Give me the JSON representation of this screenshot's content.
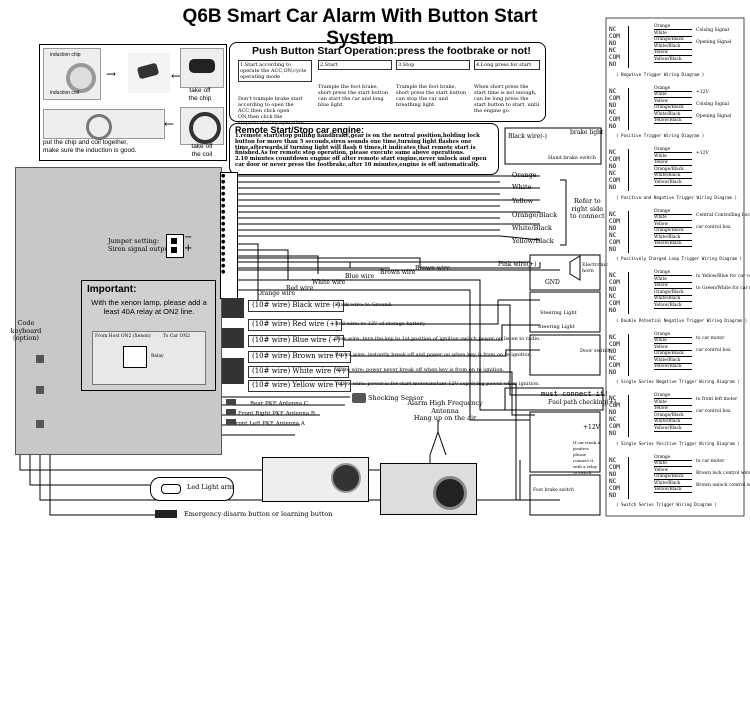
{
  "title": "Q6B Smart Car Alarm With Button Start System",
  "chip_panel": {
    "step1_labels": [
      "induction chip",
      "induction coil"
    ],
    "take_off_chip": "take off\nthe chip",
    "put_together": "put the chip and coil together,\nmake sure the induction is good.",
    "take_off_coil": "take off\nthe coil"
  },
  "push_start": {
    "heading": "Push Button Start Operation:press the footbrake or not!",
    "steps": [
      {
        "no": "1.Start according to operate the ACC,ON,cycle operating mode",
        "text": "Don't trample brake,start according to open the ACC,then click open ON,then click the stop,circulating operation."
      },
      {
        "no": "2.Start",
        "text": "Trample the foot brake, short press the start button can start the car and long blue light."
      },
      {
        "no": "3.Stop",
        "text": "Trample the foot brake, short press the start button can stop the car and breathing light."
      },
      {
        "no": "4.Long press for start",
        "text": "When short press the start time is not enough, can be long press the start button to start, until the engine go."
      }
    ]
  },
  "remote_start": {
    "heading": "Remote Start/Stop car engine:",
    "body": "1.remote start/stop pulling handbrake,gear is on the neutral position,holding lock button for more than 5 seconds,siren sounds one time,turning light flashes one time,afterwards,if turning light will flash 6 times,it indicates that remote start is finished.As for remote stop operation, please execute same above operations.\n2.10 minutes countdown engine off after remote start engine,never unlock and open car door or never press the footbrake,after 10 minutes,engine is off automatically."
  },
  "control_box": {
    "jumper": "Jumper setting:\nSiren signal output",
    "important_heading": "Important:",
    "important_text": "With the xenon lamp, please add a least 40A relay at ON2 line.",
    "relay_labels": [
      "From Host ON2 (Xenon)",
      "To Car ON2",
      "Relay"
    ]
  },
  "code_keyboard": "Code keyboard\n(option)",
  "harness_wires": [
    "Orange wire",
    "Red wire",
    "White wire",
    "Blue wire",
    "Brown wire",
    "Brown wire"
  ],
  "connectors": [
    {
      "label": "(10# wire)  Black wire  (-)",
      "desc": "Black wire: to Ground."
    },
    {
      "label": "(10# wire)  Red wire  (+)",
      "desc": "Red wire: to 12V of storage battery."
    },
    {
      "label": "(10# wire)  Blue wire  (+)",
      "desc": "Blue wire: turn the key to 1st position of ignition switch,power on,listen to radio."
    },
    {
      "label": "(10# wire)  Brown wire (+)",
      "desc": "Brown wire: instantly break off and power on when key is from on to ignition."
    },
    {
      "label": "(10# wire)  White wire  (+)",
      "desc": "White wire: power never break off when key is from on to ignition."
    },
    {
      "label": "(10# wire)  Yellow wire (+)",
      "desc": "Yellow wire: power is for start motor,instant 12V supplying power when ignition."
    }
  ],
  "antennas": [
    "Rear PKE Antenna C",
    "Front Right PKE Antenna B",
    "Front Left PKE Antenna A"
  ],
  "shocking_sensor": "Shocking Sensor",
  "alarm_antenna": "Alarm High Frequency Antenna\nHang up on the air",
  "led_light": "Led Light arm",
  "emergency": "Emergency disarm button or learning button",
  "right_bundle": {
    "wires": [
      "Orange",
      "White",
      "Yellow",
      "Orange/Black",
      "White/Black",
      "Yellow/Black"
    ],
    "refer": "Refer to\nright side\nto connect"
  },
  "side_wires": {
    "black_wire": "Black wire(-)",
    "brake_light": "brake light",
    "hand_brake_switch": "Hand brake switch",
    "pink_wire": "Pink wire(+)",
    "gnd": "GND",
    "electronic_horn": "Electronic horn",
    "steering_light_1": "Steering Light",
    "steering_light_2": "Steering Light",
    "door_switch": "Door switch",
    "must_connect": "must connect it!",
    "fuel_path": "Fuel path checking(+)",
    "plus12": "+12V",
    "if_car_trunk": "If car trunk is positive please connect it with a relay to switch",
    "foot_brake": "Foot brake switch"
  },
  "wiring_diagrams": [
    {
      "caption": "( Negative Trigger Wiring Diagram )",
      "pins": [
        "NC",
        "COM",
        "NO",
        "NC",
        "COM",
        "NO"
      ],
      "wires": [
        "Orange",
        "White",
        "Orange/Black",
        "White/Black",
        "Yellow",
        "Yellow/Black"
      ],
      "signals": [
        "Colsing Signal",
        "Opening Signal"
      ]
    },
    {
      "caption": "( Positive Trigger Wiring Diagram )",
      "pins": [
        "NC",
        "COM",
        "NO",
        "NC",
        "COM",
        "NO"
      ],
      "wires": [
        "Orange",
        "White",
        "Yellow",
        "Orange/Black",
        "White/Black",
        "Yellow/Black"
      ],
      "signals": [
        "+12V",
        "Colsing Signal",
        "Opening Signal"
      ]
    },
    {
      "caption": "( Positive and Negative Trigger Wiring Diagram )",
      "pins": [
        "NC",
        "COM",
        "NO",
        "NC",
        "COM",
        "NO"
      ],
      "wires": [
        "Orange",
        "White",
        "Yellow",
        "Orange/Black",
        "White/Black",
        "Yellow/Black"
      ],
      "signals": [
        "+12V"
      ]
    },
    {
      "caption": "( Positively Charged Loop Trigger Wiring Diagram )",
      "pins": [
        "NC",
        "COM",
        "NO",
        "NC",
        "COM",
        "NO"
      ],
      "wires": [
        "Orange",
        "White",
        "Yellow",
        "Orange/Black",
        "White/Black",
        "Yellow/Black"
      ],
      "signals": [
        "Central Controlling Lock",
        "car control box"
      ]
    },
    {
      "caption": "( Double Potential Negative Trigger Wiring Diagram )",
      "pins": [
        "NC",
        "COM",
        "NO",
        "NC",
        "COM",
        "NO"
      ],
      "wires": [
        "Orange",
        "White",
        "Yellow",
        "Orange/Black",
        "White/Black",
        "Yellow/Black"
      ],
      "signals": [
        "to Yellow/Blue for car control box",
        "to Green/White for car control box"
      ]
    },
    {
      "caption": "( Single Series Negative Trigger Wiring Diagram )",
      "pins": [
        "NC",
        "COM",
        "NO",
        "NC",
        "COM",
        "NO"
      ],
      "wires": [
        "Orange",
        "White",
        "Yellow",
        "Orange/Black",
        "White/Black",
        "Yellow/Black"
      ],
      "signals": [
        "to car motor",
        "car control box"
      ]
    },
    {
      "caption": "( Single Series Positive Trigger Wiring Diagram )",
      "pins": [
        "NC",
        "COM",
        "NO",
        "NC",
        "COM",
        "NO"
      ],
      "wires": [
        "Orange",
        "White",
        "Yellow",
        "Orange/Black",
        "White/Black",
        "Yellow/Black"
      ],
      "signals": [
        "to front left motor",
        "car control box"
      ]
    },
    {
      "caption": "( Switch Series Trigger Wiring Diagram )",
      "pins": [
        "NC",
        "COM",
        "NO",
        "NC",
        "COM",
        "NO"
      ],
      "wires": [
        "Orange",
        "White",
        "Yellow",
        "Orange/Black",
        "White/Black",
        "Yellow/Black"
      ],
      "signals": [
        "to car motor",
        "Brown lock control wire",
        "Brown unlock control wire"
      ]
    }
  ]
}
